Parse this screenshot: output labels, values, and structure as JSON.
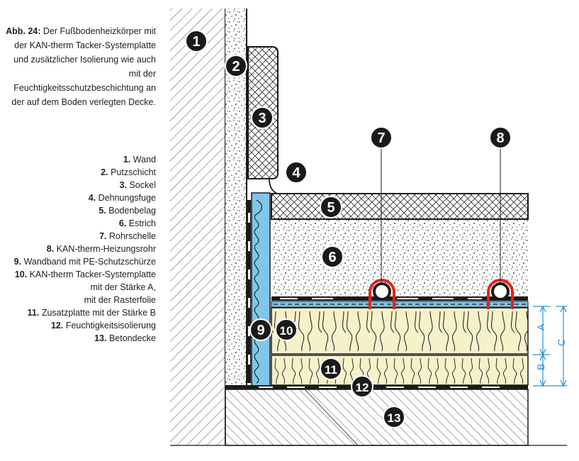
{
  "caption": {
    "figure_label": "Abb. 24:",
    "text": "Der Fußbodenheizkörper mit der KAN-therm Tacker-Systemplatte und zusätzlicher Isolierung wie auch mit der Feuchtigkeitsschutzbeschichtung an der auf dem Boden verlegten Decke."
  },
  "legend": [
    {
      "num": "1.",
      "label": "Wand"
    },
    {
      "num": "2.",
      "label": "Putzschicht"
    },
    {
      "num": "3.",
      "label": "Sockel"
    },
    {
      "num": "4.",
      "label": "Dehnungsfuge"
    },
    {
      "num": "5.",
      "label": "Bodenbelag"
    },
    {
      "num": "6.",
      "label": "Estrich"
    },
    {
      "num": "7.",
      "label": "Rohrschelle"
    },
    {
      "num": "8.",
      "label": "KAN-therm-Heizungsrohr"
    },
    {
      "num": "9.",
      "label": "Wandband mit PE-Schutzschürze"
    },
    {
      "num": "10.",
      "label": "KAN-therm Tacker-Systemplatte"
    },
    {
      "num": "",
      "label": "mit der Stärke A,"
    },
    {
      "num": "",
      "label": "mit der Rasterfolie"
    },
    {
      "num": "11.",
      "label": "Zusatzplatte mit der Stärke B"
    },
    {
      "num": "12.",
      "label": "Feuchtigkeitsisolierung"
    },
    {
      "num": "13.",
      "label": "Betondecke"
    }
  ],
  "markers": [
    "1",
    "2",
    "3",
    "4",
    "5",
    "6",
    "7",
    "8",
    "9",
    "10",
    "11",
    "12",
    "13"
  ],
  "dimensions": {
    "a": "A",
    "b": "B",
    "c": "C"
  },
  "colors": {
    "outline": "#1a1a1a",
    "wall_band": "#7fc6ea",
    "insulation_fill": "#f6f1c9",
    "clip_red": "#e2231a",
    "dimension_blue": "#2a8fd6",
    "badge_fill": "#1a1a1a"
  }
}
